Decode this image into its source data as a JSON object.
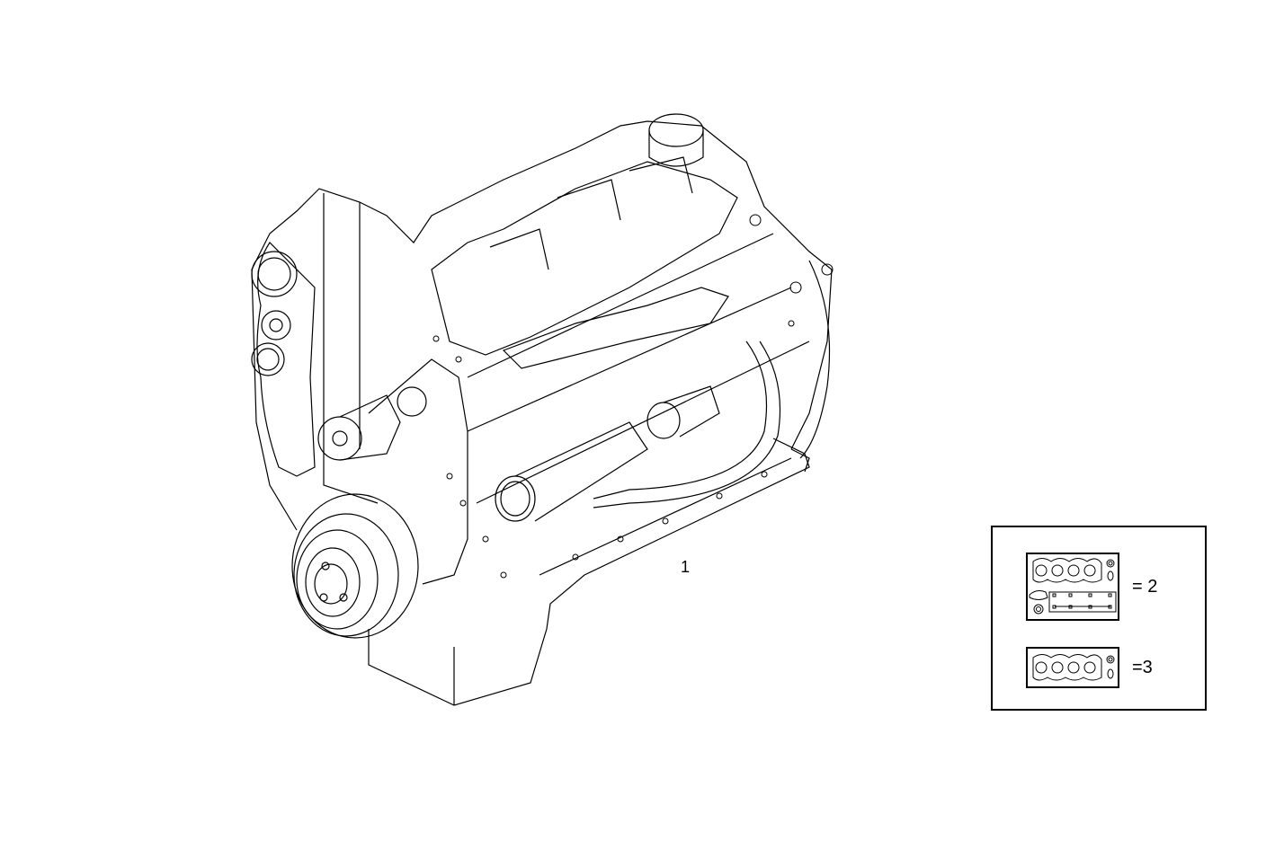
{
  "diagram": {
    "subject": "engine-assembly",
    "callouts": [
      {
        "id": "1",
        "label": "1"
      }
    ]
  },
  "legend": {
    "items": [
      {
        "icon": "full-gasket-kit-icon",
        "label": "= 2"
      },
      {
        "icon": "head-gasket-kit-icon",
        "label": "=3"
      }
    ]
  }
}
